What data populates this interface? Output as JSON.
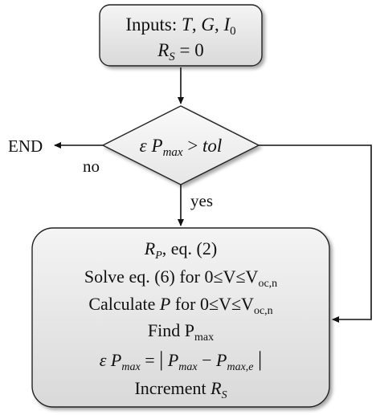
{
  "start_box": {
    "inputs_prefix": "Inputs: ",
    "var_t": "T",
    "sep1": ", ",
    "var_g": "G",
    "sep2": ", ",
    "var_i": "I",
    "var_i_sub": "0",
    "rs_var": "R",
    "rs_sub": "S",
    "rs_value": " = 0"
  },
  "decision": {
    "epsilon": "ε",
    "p": "P",
    "p_sub": "max",
    "operator": " > ",
    "tol": "tol"
  },
  "branches": {
    "no_label": "no",
    "yes_label": "yes",
    "end_label": "END"
  },
  "process_box": {
    "line1_var": "R",
    "line1_sub": "P",
    "line1_rest": ", eq. (2)",
    "line2": "Solve eq. (6) for 0≤V≤V",
    "line2_sub": "oc,n",
    "line3_pre": "Calculate ",
    "line3_var": "P",
    "line3_post": " for 0≤V≤V",
    "line3_sub": "oc,n",
    "line4": "Find P",
    "line4_sub": "max",
    "line5_eps": "ε",
    "line5_p": "P",
    "line5_p_sub": "max",
    "line5_eq": " = ",
    "line5_bar_open": "|",
    "line5_p2": "P",
    "line5_p2_sub": "max",
    "line5_minus": " − ",
    "line5_p3": "P",
    "line5_p3_sub": "max,e",
    "line5_bar_close": "|",
    "line6_pre": "Increment ",
    "line6_var": "R",
    "line6_sub": "S"
  }
}
